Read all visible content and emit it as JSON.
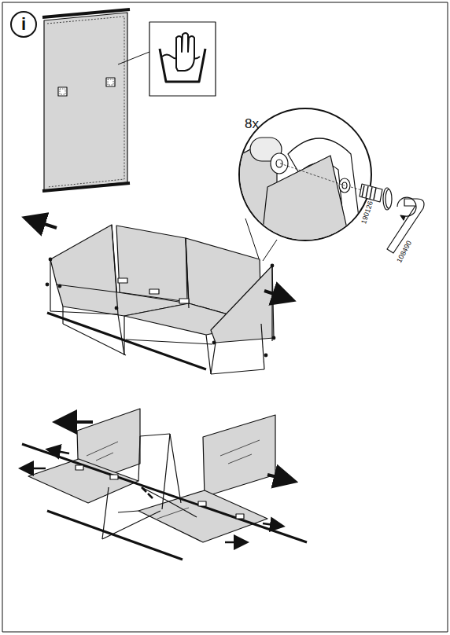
{
  "diagram": {
    "labels": [
      "i",
      "8x",
      "190126",
      "108490"
    ]
  }
}
